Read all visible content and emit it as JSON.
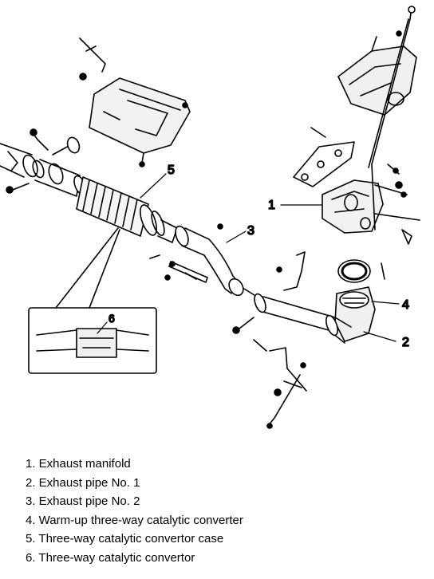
{
  "callouts": {
    "c1": "1",
    "c2": "2",
    "c3": "3",
    "c4": "4",
    "c5": "5",
    "c6": "6"
  },
  "legend": [
    "1. Exhaust manifold",
    "2. Exhaust pipe No. 1",
    "3. Exhaust pipe No. 2",
    "4. Warm-up three-way catalytic converter",
    "5. Three-way catalytic convertor case",
    "6. Three-way catalytic convertor"
  ]
}
